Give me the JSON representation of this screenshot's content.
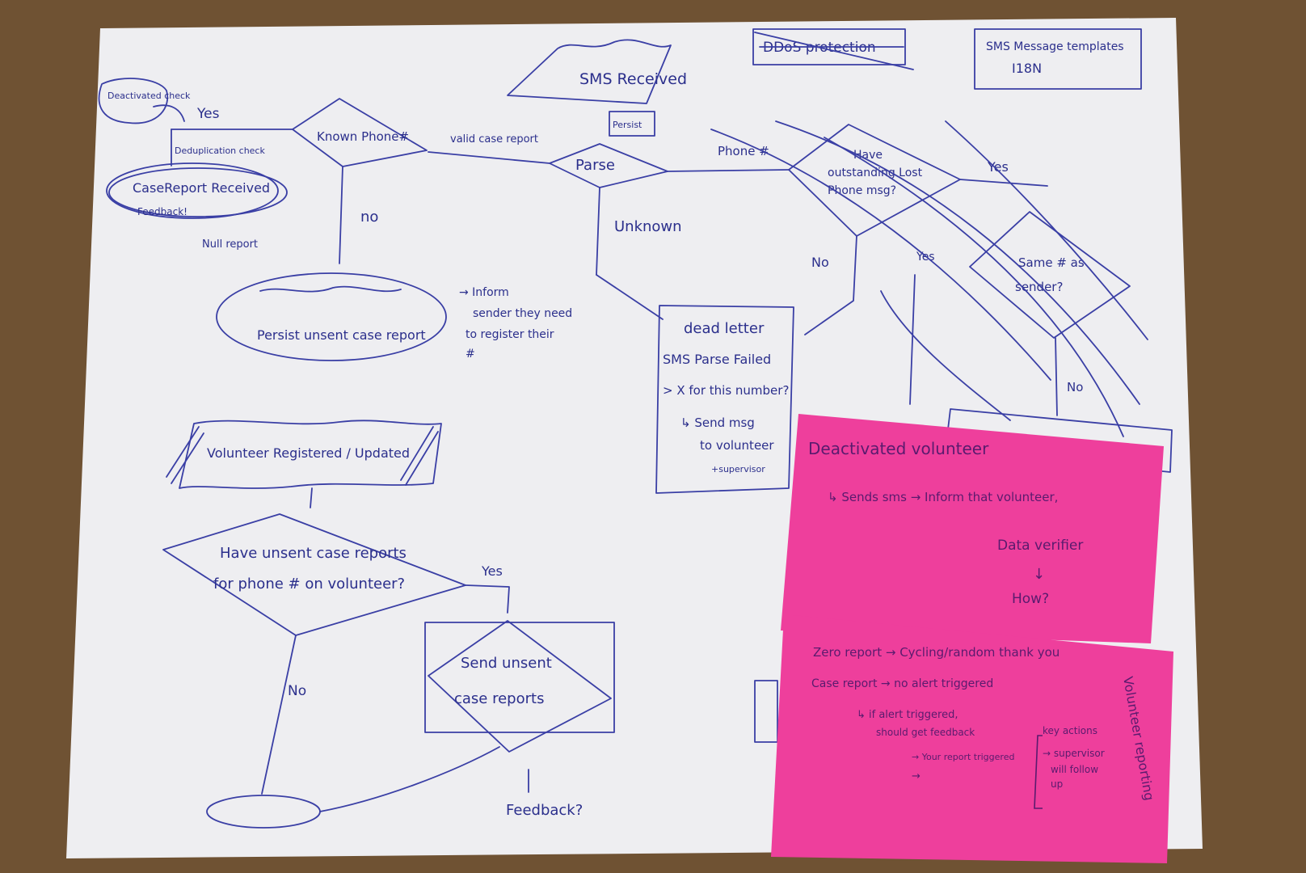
{
  "colors": {
    "table": "#6f5233",
    "paper": "#eeeef1",
    "ink": "#3a3fa5",
    "sticky_note": "#ee3f9c"
  },
  "diagram": {
    "sms_received": "SMS Received",
    "persist": "Persist",
    "parse": "Parse",
    "phone_hash": "Phone #",
    "valid_case_report": "valid case report",
    "unknown": "Unknown",
    "known_phone": "Known Phone#",
    "deactivated_check": "Deactivated check",
    "yes_top": "Yes",
    "dedup_check": "Deduplication check",
    "case_report_received": "CaseReport Received",
    "feedback_top": "Feedback!",
    "null_report": "Null report",
    "no_left": "no",
    "persist_unsent": "Persist unsent case report",
    "inform_sender": [
      "→ Inform",
      "sender they need",
      "to register their",
      "#"
    ],
    "dead_letter": "dead letter",
    "sms_parse_failed": "SMS Parse Failed",
    "x_for_number": "> X for this number?",
    "send_msg": [
      "↳ Send msg",
      "to volunteer"
    ],
    "supervisor_small": "+supervisor",
    "ddos": "DDoS protection",
    "sms_templates": [
      "SMS Message templates",
      "I18N"
    ],
    "have_outstanding": [
      "Have",
      "outstanding Lost",
      "Phone msg?"
    ],
    "yes_right": "Yes",
    "no_right": "No",
    "yes_mid": "Yes",
    "same_number": [
      "Same # as",
      "sender?"
    ],
    "no_lower": "No",
    "volunteer_registered": "Volunteer Registered / Updated",
    "have_unsent": [
      "Have unsent case reports",
      "for phone # on volunteer?"
    ],
    "yes_bottom": "Yes",
    "no_bottom": "No",
    "send_unsent": [
      "Send unsent",
      "case reports"
    ],
    "feedback_bottom": "Feedback?"
  },
  "note_top": {
    "title": "Deactivated volunteer",
    "line1": "↳ Sends sms  →  Inform that volunteer,",
    "line2": "Data verifier",
    "line3": "↓",
    "line4": "How?"
  },
  "note_bottom": {
    "line1": "Zero report → Cycling/random thank you",
    "line2": "Case report → no alert triggered",
    "line3": "↳ if alert triggered,",
    "line4": "should get feedback",
    "line5": "→ Your report triggered",
    "line6": "→",
    "key_actions": "key actions",
    "supervisor": [
      "→ supervisor",
      "will follow",
      "up"
    ],
    "side_label": "Volunteer reporting"
  }
}
